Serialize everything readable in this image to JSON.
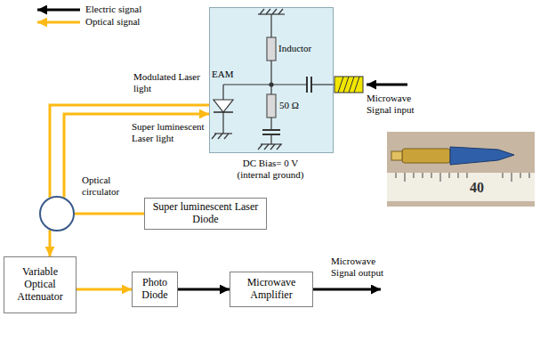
{
  "diagram": {
    "nodes": [
      {
        "text": [
          "DC Bias= 0 V (internal ground)"
        ]
      },
      {
        "text": [
          "Optical circulator"
        ]
      },
      {
        "text": [
          "Super luminescent Laser Diode"
        ]
      },
      {
        "text": [
          "Variable Optical Attenuator"
        ]
      },
      {
        "text": [
          "Photo Diode"
        ]
      },
      {
        "text": [
          "Microwave Amplifier"
        ]
      }
    ],
    "edges": [
      {
        "from": 2,
        "to": 1,
        "arrow": "none"
      },
      {
        "from": 1,
        "to": 0,
        "arrow": "to"
      },
      {
        "from": 0,
        "to": 1,
        "arrow": "none"
      },
      {
        "from": 1,
        "to": 3,
        "arrow": "to"
      },
      {
        "from": 3,
        "to": 4,
        "arrow": "to"
      },
      {
        "from": 4,
        "to": 5,
        "arrow": "to"
      }
    ],
    "labels": [
      "Modulated Laser light",
      "Super luminescent Laser light",
      "EAM",
      "Inductor",
      "50 Ω",
      "Microwave Signal input",
      "Microwave Signal output",
      "40"
    ],
    "legend": [
      {
        "text": "Electric signal"
      },
      {
        "text": "Optical signal"
      }
    ]
  }
}
